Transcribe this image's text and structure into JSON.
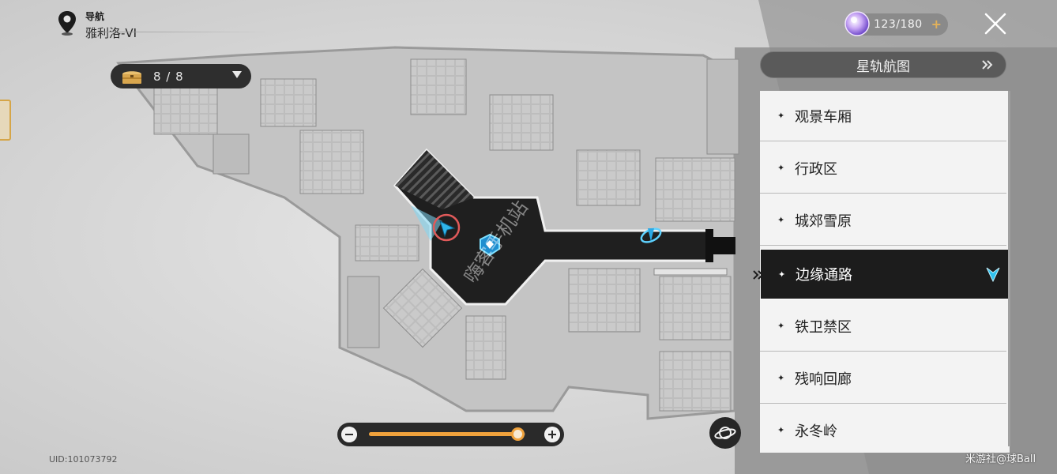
{
  "navigation": {
    "label": "导航",
    "location": "雅利洛-VI"
  },
  "chest": {
    "count": "8 / 8"
  },
  "stamina": {
    "value": "123/180",
    "plus": "+"
  },
  "panel": {
    "header": "星轨航图",
    "items": [
      {
        "label": "观景车厢",
        "active": false
      },
      {
        "label": "行政区",
        "active": false
      },
      {
        "label": "城郊雪原",
        "active": false
      },
      {
        "label": "边缘通路",
        "active": true
      },
      {
        "label": "铁卫禁区",
        "active": false
      },
      {
        "label": "残响回廊",
        "active": false
      },
      {
        "label": "永冬岭",
        "active": false
      }
    ]
  },
  "zoom": {
    "level": 0.95
  },
  "footer": {
    "uid": "UID:101073792",
    "credit": "米游社@球Ball"
  },
  "colors": {
    "accent_orange": "#f0a23c",
    "marker_cyan": "#36c6f0",
    "player_ring": "#e05a5a",
    "panel_dark": "#1c1c1c"
  },
  "icons": {
    "location": "map-pin-icon",
    "chest": "treasure-chest-icon",
    "stamina": "trailblaze-power-orb-icon",
    "close": "close-icon",
    "header_arrows": "double-chevron-right-icon",
    "player": "player-arrow-icon",
    "teleport": "space-anchor-icon",
    "planet": "planet-icon"
  }
}
